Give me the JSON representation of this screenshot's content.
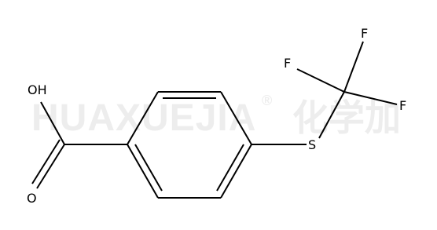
{
  "molecule": {
    "atoms": {
      "hydroxyl": "OH",
      "carbonyl_oxygen": "O",
      "sulfur": "S",
      "fluorine_top": "F",
      "fluorine_left": "F",
      "fluorine_right": "F"
    }
  },
  "watermark": {
    "brand": "HUAXUEJIA",
    "registered": "®",
    "cjk": "化学加"
  },
  "colors": {
    "bond": "#000000",
    "atom_label": "#000000",
    "watermark": "#ededed",
    "background": "#ffffff"
  }
}
